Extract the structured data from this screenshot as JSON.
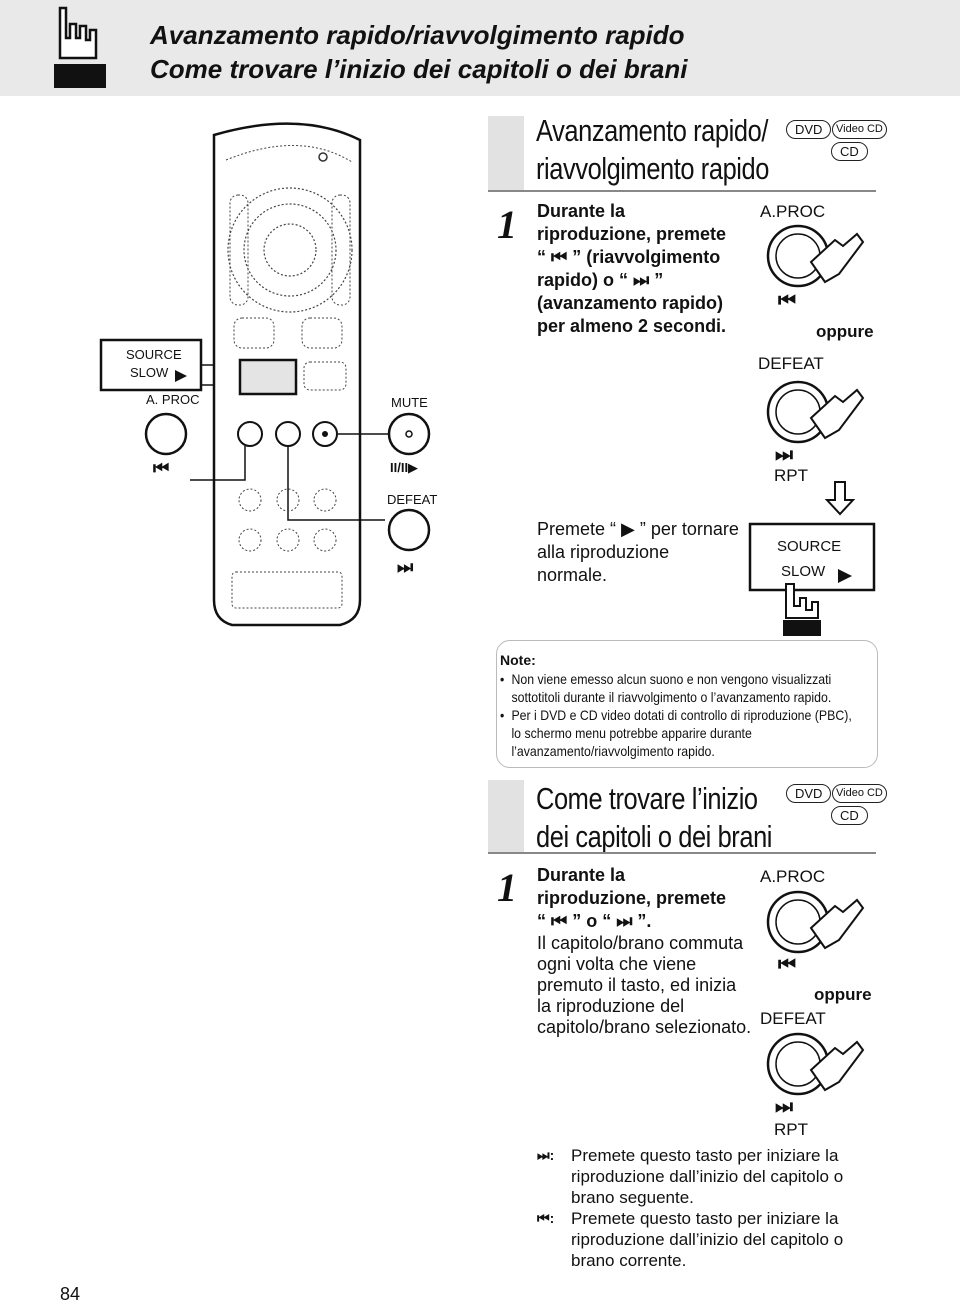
{
  "header": {
    "title_line1": "Avanzamento rapido/riavvolgimento rapido",
    "title_line2": "Come trovare l’inizio dei capitoli o dei brani"
  },
  "remote": {
    "source_label": "SOURCE",
    "slow_label": "SLOW",
    "aproc_label": "A. PROC",
    "mute_label": "MUTE",
    "pause_label": "II/II▶",
    "defeat_label": "DEFEAT",
    "prev_label": "⏮",
    "next_label": "⏭"
  },
  "section1": {
    "title_line1": "Avanzamento rapido/",
    "title_line2": "riavvolgimento rapido",
    "badges": [
      "DVD",
      "Video CD",
      "CD"
    ],
    "step_number": "1",
    "step_lines": [
      "Durante la",
      "riproduzione, premete",
      "“ ⏮ ” (riavvolgimento",
      "rapido) o “ ⏭ ”",
      "(avanzamento rapido)",
      "per almeno 2 secondi."
    ],
    "aproc_label": "A.PROC",
    "oppure": "oppure",
    "defeat_label": "DEFEAT",
    "rpt_label": "RPT",
    "return_lines": [
      "Premete “ ▶ ” per tornare",
      "alla riproduzione",
      "normale."
    ],
    "source_label": "SOURCE",
    "slow_label": "SLOW"
  },
  "notes": {
    "heading": "Note:",
    "items": [
      "Non viene emesso alcun suono e non vengono visualizzati sottotitoli durante il riavvolgimento o l’avanzamento rapido.",
      "Per i DVD e CD video dotati di controllo di riproduzione (PBC), lo schermo menu potrebbe apparire durante l’avanzamento/riavvolgimento rapido."
    ]
  },
  "section2": {
    "title_line1": "Come trovare l’inizio",
    "title_line2": "dei capitoli o dei brani",
    "badges": [
      "DVD",
      "Video CD",
      "CD"
    ],
    "step_number": "1",
    "bold_lines": [
      "Durante la",
      "riproduzione, premete",
      "“ ⏮ ” o “ ⏭ ”."
    ],
    "body_lines": [
      "Il capitolo/brano commuta",
      "ogni volta che viene",
      "premuto il tasto, ed inizia",
      "la riproduzione del",
      "capitolo/brano selezionato."
    ],
    "aproc_label": "A.PROC",
    "oppure": "oppure",
    "defeat_label": "DEFEAT",
    "rpt_label": "RPT",
    "legend": [
      {
        "key": "⏭:",
        "lines": [
          "Premete questo tasto per iniziare la",
          "riproduzione dall’inizio del capitolo o",
          "brano seguente."
        ]
      },
      {
        "key": "⏮:",
        "lines": [
          "Premete questo tasto per iniziare la",
          "riproduzione dall’inizio del capitolo o",
          "brano corrente."
        ]
      }
    ]
  },
  "page_number": "84"
}
